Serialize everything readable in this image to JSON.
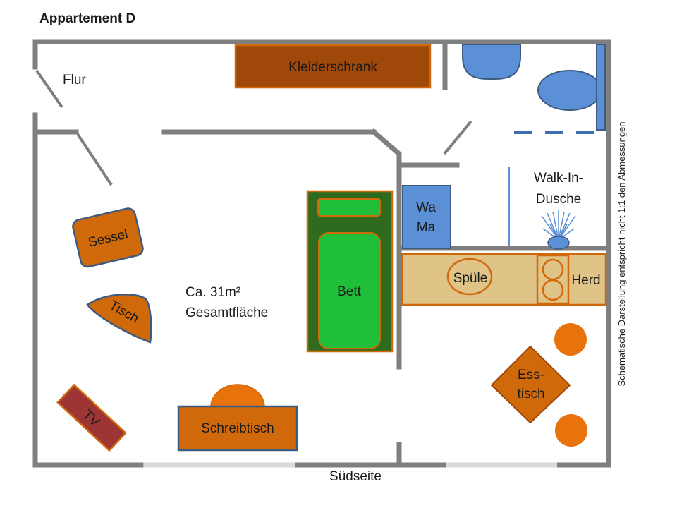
{
  "title": "Appartement D",
  "side_note": "Schematische Darstellung entspricht nicht 1:1  den Abmessungen",
  "bottom_label": "Südseite",
  "area_label": {
    "line1": "Ca. 31m²",
    "line2": "Gesamtfläche"
  },
  "rooms": {
    "flur": "Flur",
    "shower": {
      "line1": "Walk-In-",
      "line2": "Dusche"
    }
  },
  "furniture": {
    "kleiderschrank": "Kleiderschrank",
    "sessel": "Sessel",
    "tisch": "Tisch",
    "tv": "TV",
    "schreibtisch": "Schreibtisch",
    "bett": "Bett",
    "wama": {
      "line1": "Wa",
      "line2": "Ma"
    },
    "spuele": "Spüle",
    "herd": "Herd",
    "esstisch": {
      "line1": "Ess-",
      "line2": "tisch"
    }
  },
  "colors": {
    "wall": "#7f7f7f",
    "window": "#d9d9d9",
    "furniture_orange": "#d0690a",
    "furniture_border": "#3d5a80",
    "wardrobe": "#a0480a",
    "tv": "#9e3535",
    "bed_frame": "#2e6b1e",
    "bed_green": "#1fbf3a",
    "sanitary_blue": "#5b8fd6",
    "kitchen_counter": "#e0c487"
  }
}
